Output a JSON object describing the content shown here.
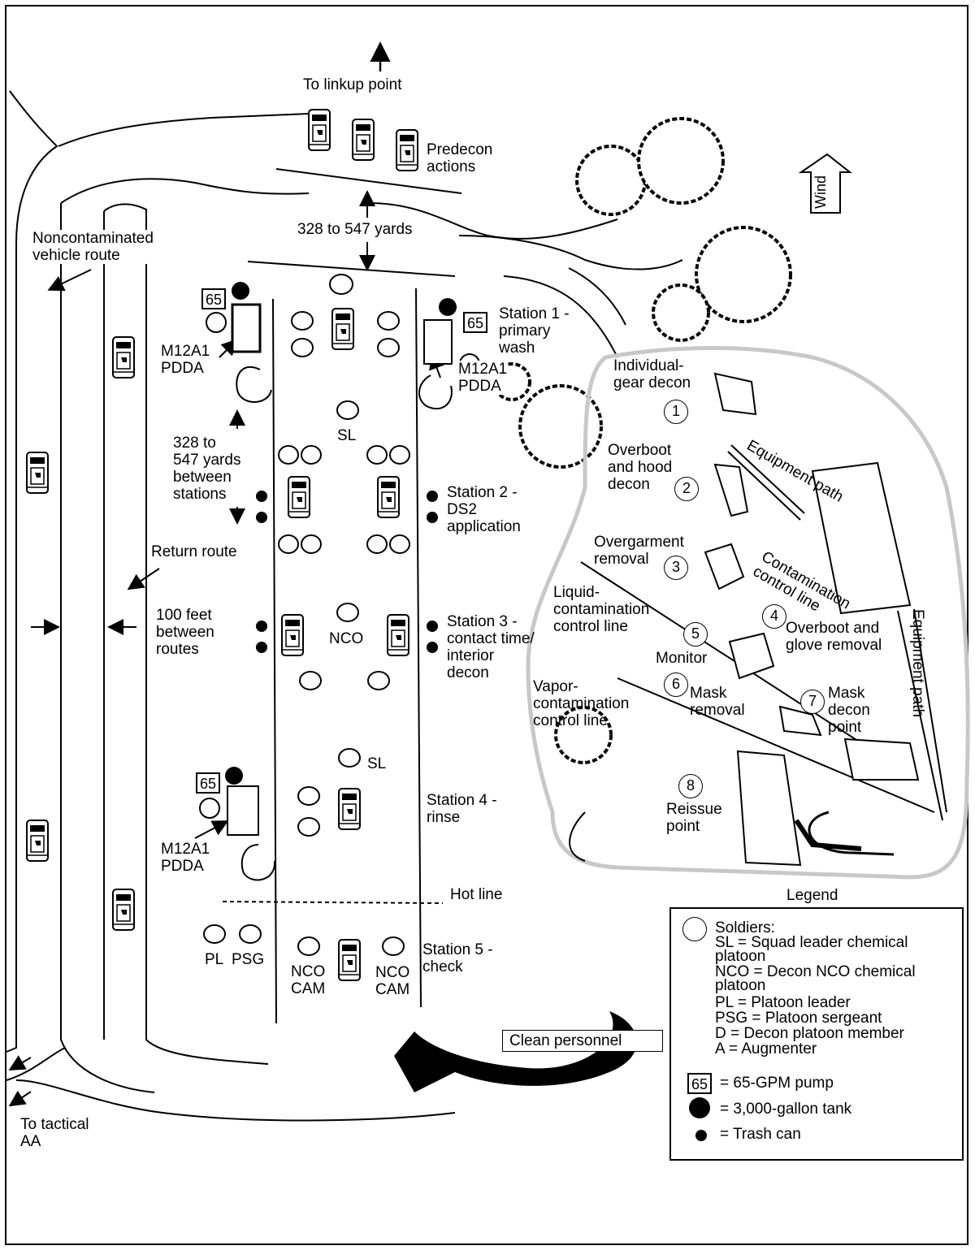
{
  "labels": {
    "to_linkup": "To linkup point",
    "predecon": "Predecon\nactions",
    "distance_top": "328 to 547 yards",
    "noncontam_route": "Noncontaminated\nvehicle route",
    "wind": "Wind",
    "station1": "Station 1 -\nprimary\nwash",
    "m12a1_left_1": "M12A1\nPDDA",
    "m12a1_right_1": "M12A1\nPDDA",
    "sl_1": "SL",
    "distance_stations": "328 to\n547 yards\nbetween\nstations",
    "station2": "Station 2 -\nDS2\napplication",
    "return_route": "Return route",
    "feet_between": "100 feet\nbetween\nroutes",
    "nco_3": "NCO",
    "station3": "Station 3 -\ncontact time/\ninterior\ndecon",
    "sl_4": "SL",
    "station4": "Station 4 -\nrinse",
    "m12a1_left_4": "M12A1\nPDDA",
    "hot_line": "Hot line",
    "pl": "PL",
    "psg": "PSG",
    "nco_cam_left": "NCO\nCAM",
    "nco_cam_right": "NCO\nCAM",
    "station5": "Station 5 -\ncheck",
    "clean_personnel": "Clean personnel",
    "to_tactical": "To tactical\nAA",
    "pump_value": "65"
  },
  "personnel_area": {
    "individual_gear": "Individual-\ngear decon",
    "equipment_path_top": "Equipment path",
    "overboot_hood": "Overboot\nand hood\ndecon",
    "overgarment": "Overgarment\nremoval",
    "contamination_line": "Contamination\ncontrol line",
    "liquid_line": "Liquid-\ncontamination\ncontrol line",
    "overboot_glove": "Overboot and\nglove removal",
    "monitor": "Monitor",
    "vapor_line": "Vapor-\ncontamination\ncontrol line",
    "mask_removal": "Mask\nremoval",
    "mask_decon": "Mask\ndecon\npoint",
    "equipment_path_side": "Equipment path",
    "reissue": "Reissue\npoint",
    "steps": [
      "1",
      "2",
      "3",
      "4",
      "5",
      "6",
      "7",
      "8"
    ]
  },
  "legend": {
    "title": "Legend",
    "soldiers_head": "Soldiers:",
    "sl": "SL = Squad leader chemical\nplatoon",
    "nco": "NCO = Decon NCO chemical\nplatoon",
    "pl": "PL = Platoon leader",
    "psg": "PSG = Platoon sergeant",
    "d": "D = Decon platoon member",
    "a": "A = Augmenter",
    "pump": "= 65-GPM pump",
    "tank": "= 3,000-gallon tank",
    "trash": "= Trash can"
  }
}
